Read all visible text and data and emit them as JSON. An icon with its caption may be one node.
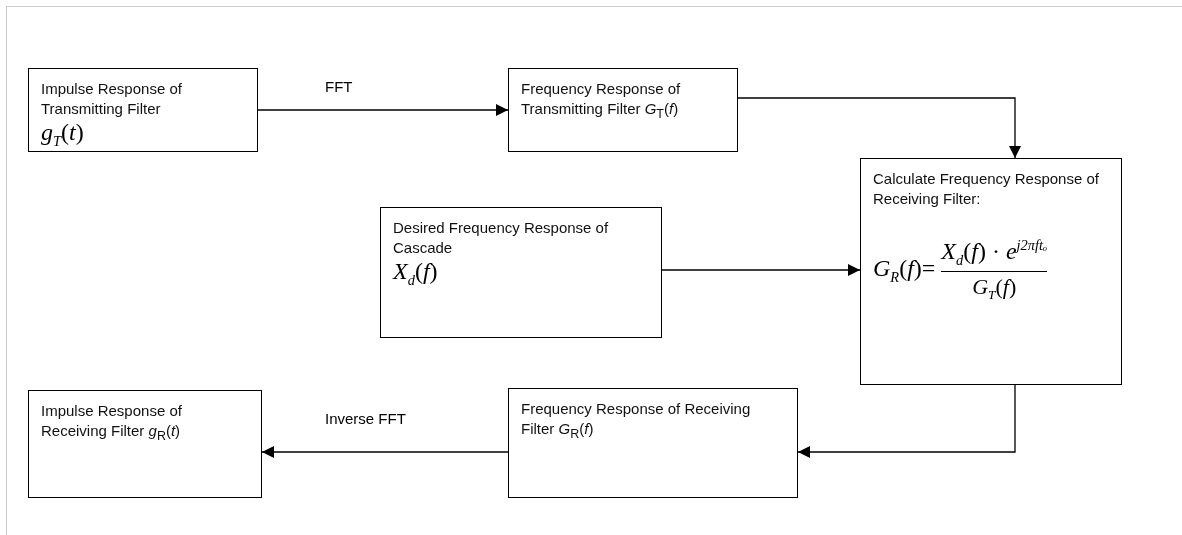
{
  "diagram": {
    "nodes": [
      {
        "text": [
          "Impulse Response of Transmitting Filter",
          "*g*$_{T}$(*t*)"
        ]
      },
      {
        "text": [
          "Frequency Response of Transmitting Filter *G*$_{T}$(*f*)"
        ]
      },
      {
        "text": [
          "Calculate Frequency Response of Receiving Filter:",
          "*G*$_{R}$(*f*)=",
          "*X*$_{d}$(*f*) · *e*$^{j2πftₒ}$",
          "*G*$_{T}$(*f*)"
        ]
      },
      {
        "text": [
          "Desired Frequency Response of Cascade",
          "*X*$_{d}$(*f*)"
        ]
      },
      {
        "text": [
          "Impulse Response of Receiving Filter *g*$_{R}$(*t*)"
        ]
      },
      {
        "text": [
          "Frequency Response of Receiving Filter *G*$_{R}$(*f*)"
        ]
      }
    ],
    "edges": [
      {
        "from": 0,
        "to": 1,
        "arrow": "to",
        "label": "FFT"
      },
      {
        "from": 1,
        "to": 2,
        "arrow": "to"
      },
      {
        "from": 3,
        "to": 2,
        "arrow": "to"
      },
      {
        "from": 2,
        "to": 5,
        "arrow": "to"
      },
      {
        "from": 5,
        "to": 4,
        "arrow": "to",
        "label": "Inverse FFT"
      }
    ]
  }
}
